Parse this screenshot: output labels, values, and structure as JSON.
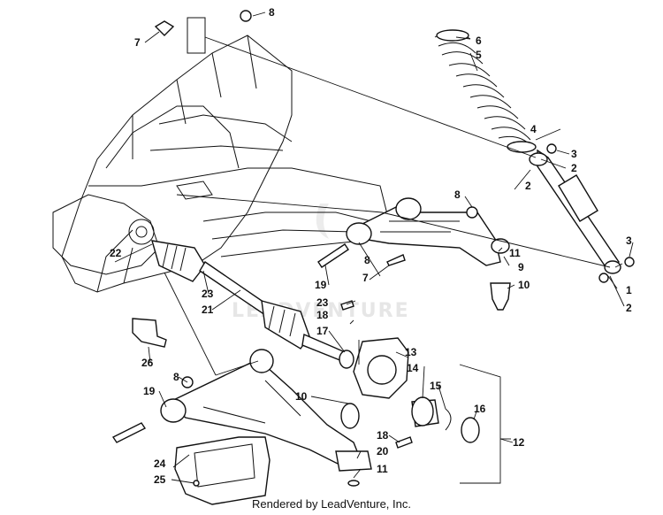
{
  "callouts": [
    {
      "id": "c1",
      "label": "1"
    },
    {
      "id": "c2",
      "label": "2"
    },
    {
      "id": "c3",
      "label": "3"
    },
    {
      "id": "c4",
      "label": "4"
    },
    {
      "id": "c5",
      "label": "5"
    },
    {
      "id": "c6",
      "label": "6"
    },
    {
      "id": "c7",
      "label": "7"
    },
    {
      "id": "c8",
      "label": "8"
    },
    {
      "id": "c9",
      "label": "9"
    },
    {
      "id": "c10",
      "label": "10"
    },
    {
      "id": "c11",
      "label": "11"
    },
    {
      "id": "c12",
      "label": "12"
    },
    {
      "id": "c13",
      "label": "13"
    },
    {
      "id": "c14",
      "label": "14"
    },
    {
      "id": "c15",
      "label": "15"
    },
    {
      "id": "c16",
      "label": "16"
    },
    {
      "id": "c17",
      "label": "17"
    },
    {
      "id": "c18",
      "label": "18"
    },
    {
      "id": "c19",
      "label": "19"
    },
    {
      "id": "c20",
      "label": "20"
    },
    {
      "id": "c21",
      "label": "21"
    },
    {
      "id": "c22",
      "label": "22"
    },
    {
      "id": "c23",
      "label": "23"
    },
    {
      "id": "c24",
      "label": "24"
    },
    {
      "id": "c25",
      "label": "25"
    },
    {
      "id": "c26",
      "label": "26"
    }
  ],
  "watermark": "LEADVENTURE",
  "footer": "Rendered by LeadVenture, Inc."
}
